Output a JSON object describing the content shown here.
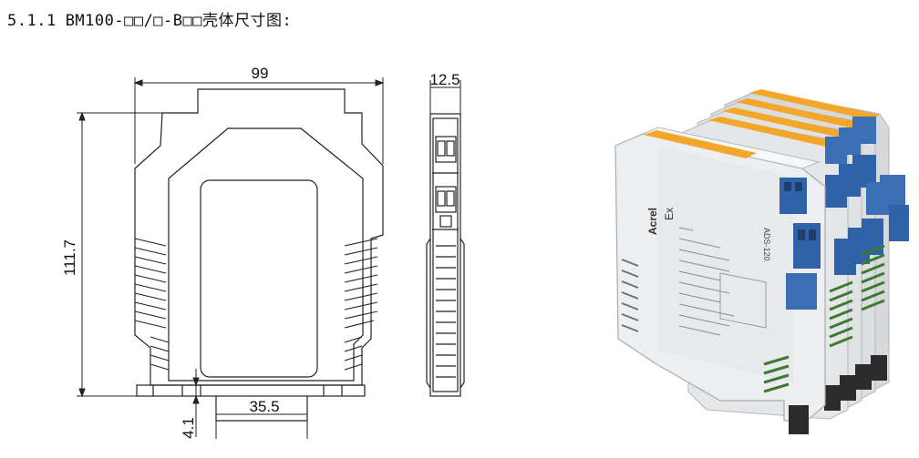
{
  "section": {
    "number": "5.1.1",
    "title": "BM100-□□/□-B□□壳体尺寸图:"
  },
  "drawing": {
    "width_label": "99",
    "height_label": "111.7",
    "depth_label": "12.5",
    "rail_label": "35.5",
    "foot_label": "4.1"
  },
  "photo": {
    "brand": "Acrel",
    "model": "ADS-120",
    "ex_mark": "Ex"
  }
}
